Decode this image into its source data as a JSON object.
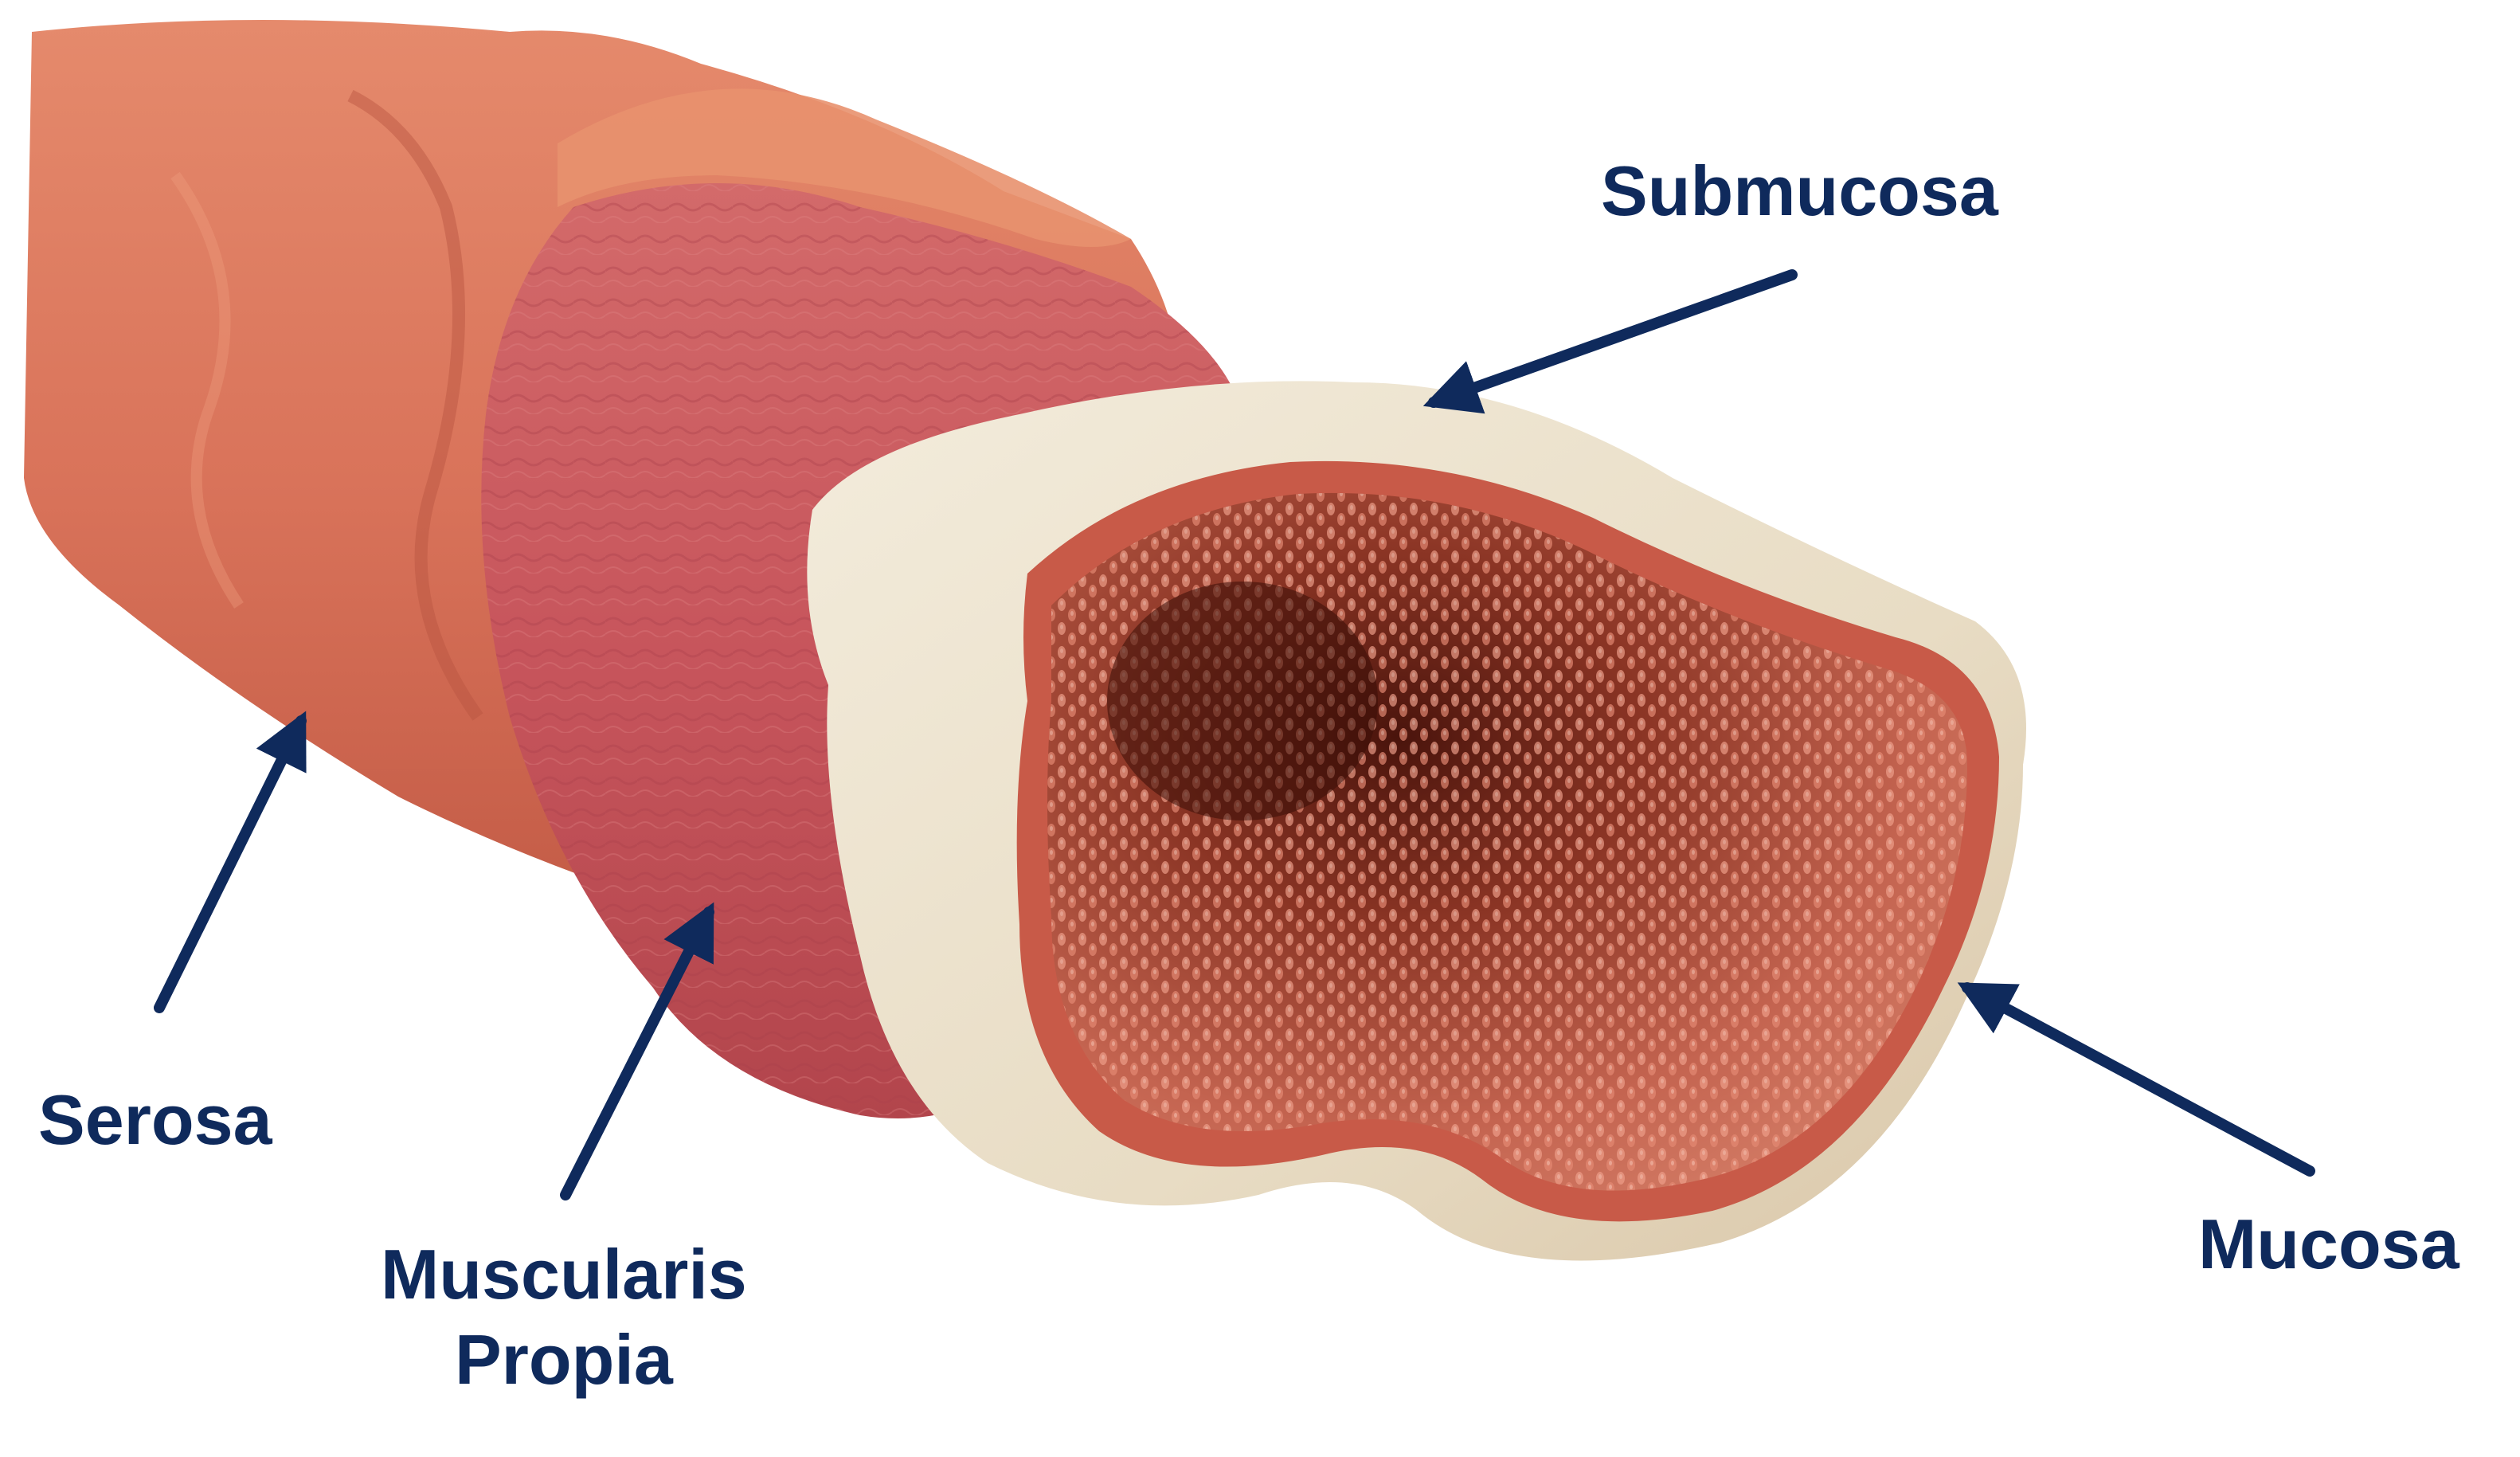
{
  "labels": {
    "submucosa": "Submucosa",
    "serosa": "Serosa",
    "muscularis_line1": "Muscularis",
    "muscularis_line2": "Propia",
    "mucosa": "Mucosa"
  },
  "colors": {
    "label_text": "#0f2a5c",
    "arrow": "#0f2a5c",
    "serosa": "#d9735a",
    "muscularis": "#c7555c",
    "submucosa": "#ece3cf",
    "mucosa": "#c85a48",
    "lumen": "#6e2418",
    "villi": "#e79a86",
    "background": "#ffffff"
  },
  "icons": {
    "arrow_head": "arrowhead-icon"
  }
}
